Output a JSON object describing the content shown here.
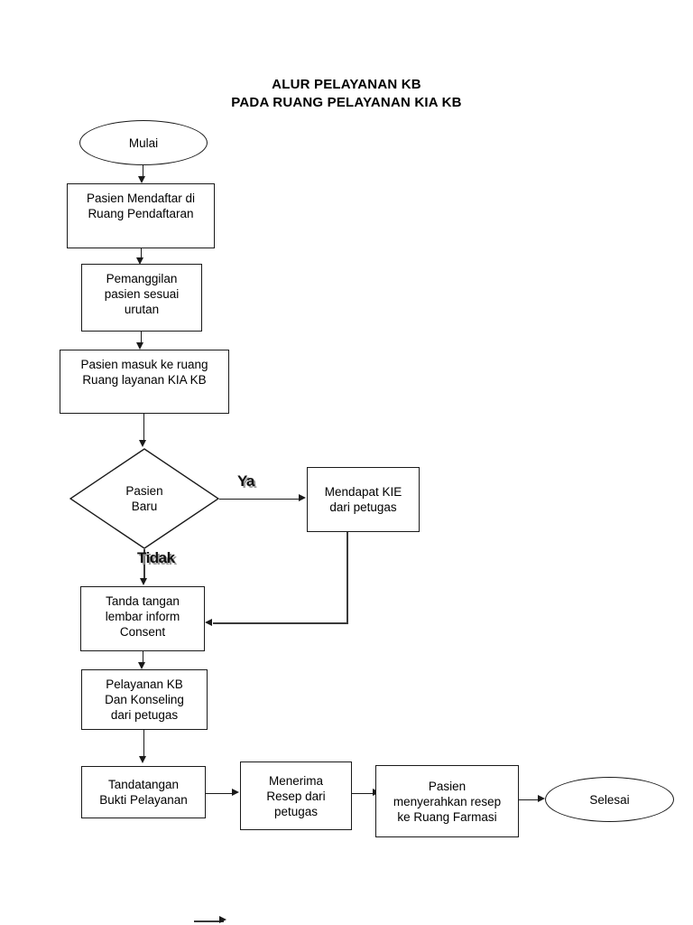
{
  "diagram": {
    "title": {
      "line1": "ALUR PELAYANAN KB",
      "line2": "PADA RUANG PELAYANAN KIA KB"
    },
    "nodes": {
      "start": {
        "label": "Mulai",
        "shape": "oval"
      },
      "register": {
        "label": "Pasien Mendaftar di\nRuang Pendaftaran",
        "shape": "process"
      },
      "call_patient": {
        "label": "Pemanggilan\npasien sesuai\nurutan",
        "shape": "process"
      },
      "enter_room": {
        "label": "Pasien masuk ke ruang\nRuang layanan KIA KB",
        "shape": "process"
      },
      "decision_new_patient": {
        "label": "Pasien\nBaru",
        "shape": "decision"
      },
      "get_kie": {
        "label": "Mendapat KIE\ndari petugas",
        "shape": "process"
      },
      "informed_consent": {
        "label": "Tanda tangan\nlembar inform\nConsent",
        "shape": "process"
      },
      "kb_service": {
        "label": "Pelayanan KB\nDan Konseling\ndari petugas",
        "shape": "process"
      },
      "sign_proof": {
        "label": "Tandatangan\nBukti Pelayanan",
        "shape": "process"
      },
      "receive_prescription": {
        "label": "Menerima\nResep dari\npetugas",
        "shape": "process"
      },
      "submit_pharmacy": {
        "label": "Pasien\nmenyerahkan resep\nke Ruang Farmasi",
        "shape": "process"
      },
      "end": {
        "label": "Selesai",
        "shape": "oval"
      }
    },
    "branch_labels": {
      "yes": "Ya",
      "no": "Tidak"
    },
    "colors": {
      "stroke": "#1a1a1a",
      "fill": "#ffffff",
      "text": "#000000",
      "label_shadow": "#9a9a9a"
    }
  }
}
